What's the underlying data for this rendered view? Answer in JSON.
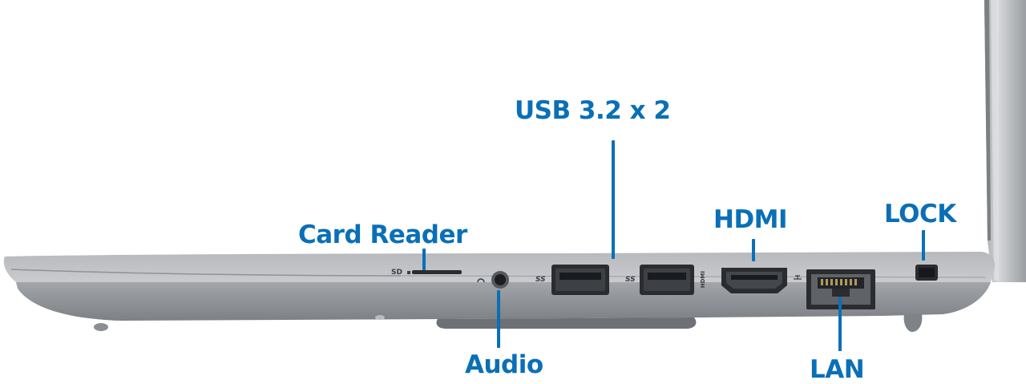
{
  "colors": {
    "accent": "#0a6fb7",
    "chassis_light": "#c6c8cb",
    "chassis_mid": "#a4a7ab",
    "chassis_dark": "#6f7277",
    "port_dark": "#2a2c30"
  },
  "labels": {
    "card_reader": "Card Reader",
    "audio": "Audio",
    "usb": "USB 3.2 x 2",
    "hdmi": "HDMI",
    "lock": "LOCK",
    "lan": "LAN"
  },
  "port_marks": {
    "sd": "SD",
    "usb_ss_left": "SS",
    "usb_ss_right": "SS",
    "hdmi_text": "HDMI"
  }
}
